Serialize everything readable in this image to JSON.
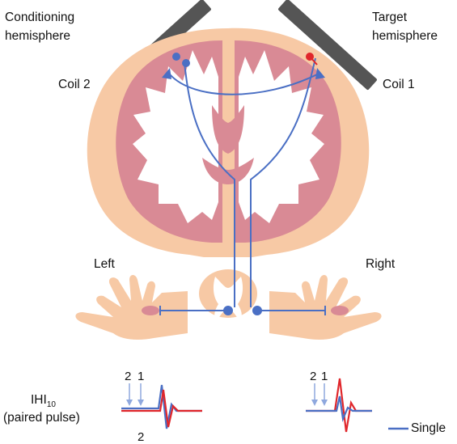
{
  "labels": {
    "conditioning_hemisphere_line1": "Conditioning",
    "conditioning_hemisphere_line2": "hemisphere",
    "target_hemisphere_line1": "Target",
    "target_hemisphere_line2": "hemisphere",
    "coil2": "Coil 2",
    "coil1": "Coil 1",
    "left": "Left",
    "right": "Right",
    "ihi_base": "IHI",
    "ihi_sub": "10",
    "paired_pulse": "(paired pulse)",
    "pulse_left_a": "2",
    "pulse_left_b": "1",
    "pulse_right_a": "2",
    "pulse_right_b": "1",
    "bottom_number": "2",
    "legend_single": "Single"
  },
  "colors": {
    "pathway": "#4a6fc4",
    "target_neuron": "#e0262b",
    "conditioning_neuron": "#4a6fc4",
    "single_trace": "#4a6fc4",
    "paired_trace": "#e0262b",
    "coil": "#555555",
    "skin": "#f7c9a5",
    "gray_matter": "#d98a95",
    "white_matter": "#ffffff",
    "hand": "#f7c9a5",
    "muscle": "#d98a95"
  }
}
